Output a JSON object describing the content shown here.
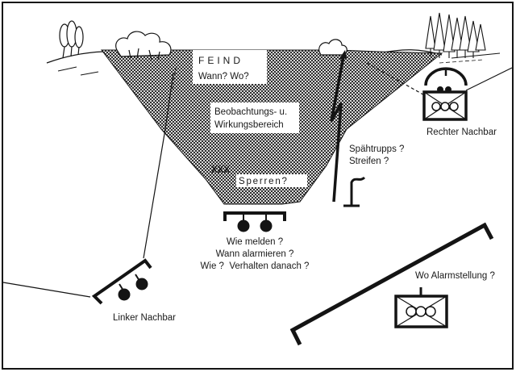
{
  "diagram": {
    "language": "de",
    "colors": {
      "ink": "#141414",
      "paper": "#ffffff",
      "hatch_dark": "#3a3a3a",
      "hatch_light": "#cfcfcf"
    },
    "zone": {
      "enemy_label": "FEIND",
      "enemy_question": "Wann? Wo?",
      "area_label_line1": "Beobachtungs- u.",
      "area_label_line2": "Wirkungsbereich",
      "obstacle_symbol": "XXX",
      "obstacle_label": "Sperren?"
    },
    "own_position": {
      "questions": [
        "Wie melden ?",
        "Wann alarmieren ?",
        "Wie ?  Verhalten danach ?"
      ]
    },
    "patrol": {
      "label_line1": "Spähtrupps ?",
      "label_line2": "Streifen ?"
    },
    "neighbors": {
      "left": "Linker Nachbar",
      "right": "Rechter Nachbar"
    },
    "alarm": {
      "label": "Wo Alarmstellung ?"
    },
    "icons": [
      "trees-icon",
      "bushes-icon",
      "forest-icon",
      "lightning-bolt-icon",
      "periscope-icon",
      "weapon-position-icon",
      "armored-unit-icon",
      "obstacle-xxx-icon"
    ]
  }
}
